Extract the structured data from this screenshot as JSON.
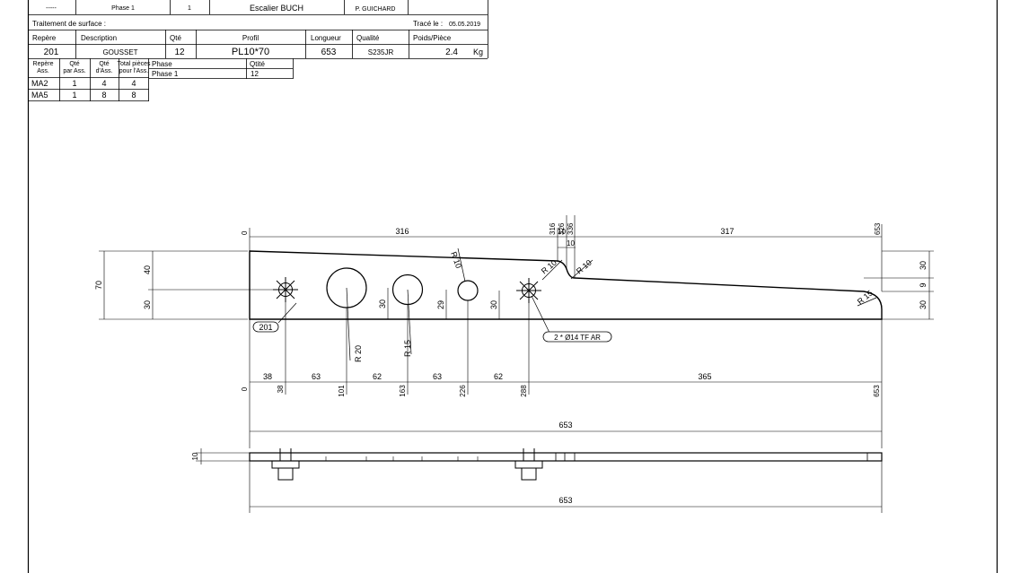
{
  "title_block": {
    "row0": {
      "c1": "-----",
      "c2": "Phase 1",
      "c3": "1",
      "c4": "Escalier BUCH",
      "c5": "P. GUICHARD"
    },
    "surface_treatment_label": "Traitement de surface :",
    "traced_label": "Tracé le :",
    "traced_date": "05.05.2019",
    "headers": [
      "Repère",
      "Description",
      "Qté",
      "Profil",
      "Longueur",
      "Qualité",
      "Poids/Pièce"
    ],
    "part": {
      "repere": "201",
      "description": "GOUSSET",
      "qty": "12",
      "profile": "PL10*70",
      "length": "653",
      "quality": "S235JR",
      "weight": "2.4",
      "weight_unit": "Kg"
    }
  },
  "assembly_table": {
    "headers": [
      [
        "Repère",
        "Ass."
      ],
      [
        "Qté",
        "par Ass."
      ],
      [
        "Qté",
        "d'Ass."
      ],
      [
        "Total pièces",
        "pour l'Ass."
      ]
    ],
    "rows": [
      [
        "MA2",
        "1",
        "4",
        "4"
      ],
      [
        "MA5",
        "1",
        "8",
        "8"
      ]
    ]
  },
  "phase_table": {
    "headers": [
      "Phase",
      "Qtité"
    ],
    "rows": [
      [
        "Phase 1",
        "12"
      ]
    ]
  },
  "drawing": {
    "top_dims": {
      "d0": "0",
      "d316": "316",
      "d317": "317",
      "v316": "316",
      "v326": "326",
      "v336": "336",
      "v653": "653",
      "d10a": "10",
      "d10b": "10"
    },
    "left_dims": {
      "total": "70",
      "upper": "40",
      "lower": "30"
    },
    "right_dims": {
      "top": "30",
      "mid": "9",
      "bottom": "30"
    },
    "radii": {
      "r10_hole": "R 10",
      "r10_notch_a": "R 10",
      "r10_notch_b": "R 10",
      "r15_corner": "R 15",
      "r20": "R 20",
      "r15_hole": "R 15"
    },
    "hole_heights": {
      "h1": "30",
      "h2": "29",
      "h3": "30"
    },
    "part_tag": "201",
    "hole_note": "2 * Ø14 TF AR",
    "chain_dims": [
      "38",
      "63",
      "62",
      "63",
      "62",
      "365"
    ],
    "ordinate_dims": [
      "0",
      "38",
      "101",
      "163",
      "226",
      "288",
      "653"
    ],
    "overall_length": "653",
    "side_view": {
      "thickness": "10",
      "length": "653"
    }
  }
}
